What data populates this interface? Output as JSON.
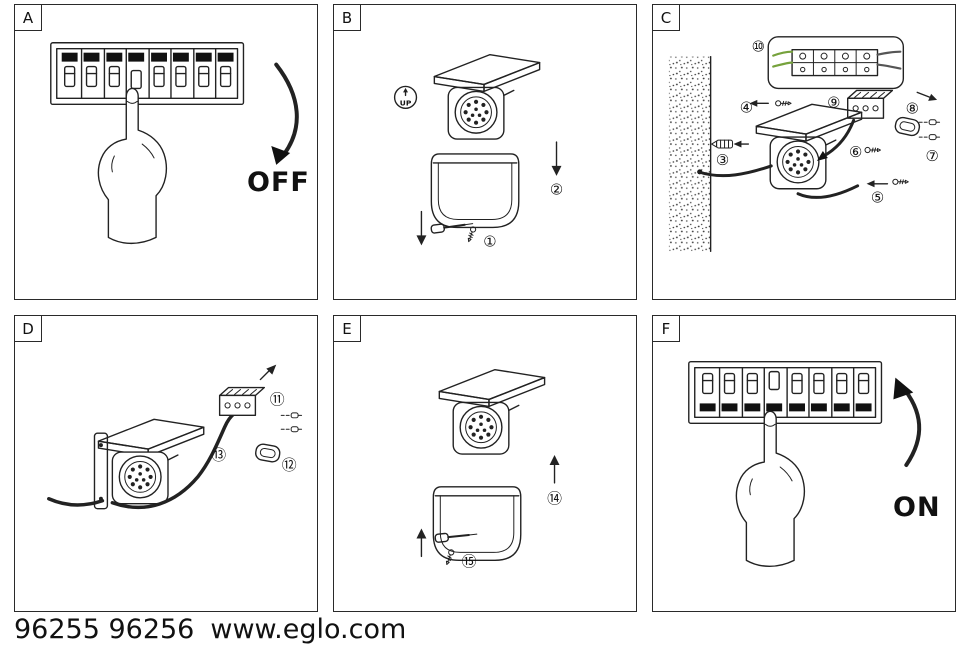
{
  "document": {
    "models": "96255 96256",
    "website": "www.eglo.com"
  },
  "colors": {
    "line": "#222222",
    "earth_wire_green": "#76a23c",
    "wire_gray": "#555555"
  },
  "panels": {
    "a": {
      "label": "A",
      "caption": "OFF"
    },
    "b": {
      "label": "B",
      "orientation_marker": "UP",
      "steps": {
        "s1": "①",
        "s2": "②"
      }
    },
    "c": {
      "label": "C",
      "steps": {
        "s3": "③",
        "s4": "④",
        "s5": "⑤",
        "s6": "⑥",
        "s7": "⑦",
        "s8": "⑧",
        "s9": "⑨",
        "s10": "⑩"
      }
    },
    "d": {
      "label": "D",
      "steps": {
        "s11": "⑪",
        "s12": "⑫",
        "s13": "⑬"
      }
    },
    "e": {
      "label": "E",
      "steps": {
        "s14": "⑭",
        "s15": "⑮"
      }
    },
    "f": {
      "label": "F",
      "caption": "ON"
    }
  }
}
